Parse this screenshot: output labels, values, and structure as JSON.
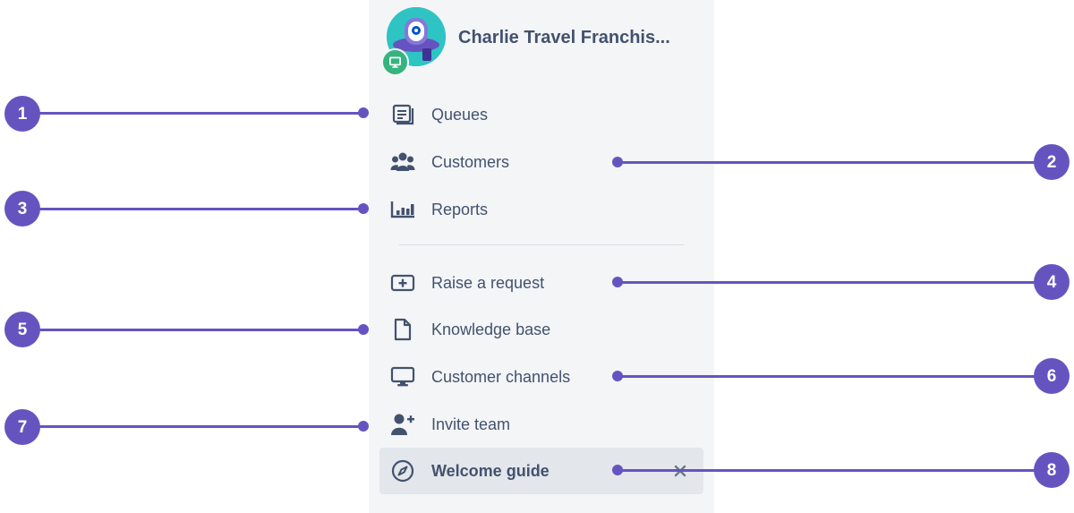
{
  "project": {
    "name": "Charlie Travel Franchis...",
    "avatar_icon": "ufo-robot-icon",
    "badge_icon": "monitor-icon"
  },
  "nav": {
    "items": [
      {
        "label": "Queues",
        "icon": "queues-icon"
      },
      {
        "label": "Customers",
        "icon": "customers-icon"
      },
      {
        "label": "Reports",
        "icon": "reports-icon"
      },
      {
        "label": "Raise a request",
        "icon": "raise-request-icon"
      },
      {
        "label": "Knowledge base",
        "icon": "document-icon"
      },
      {
        "label": "Customer channels",
        "icon": "monitor-icon"
      },
      {
        "label": "Invite team",
        "icon": "add-person-icon"
      },
      {
        "label": "Welcome guide",
        "icon": "compass-icon",
        "active": true,
        "dismiss_icon": "close-icon"
      }
    ]
  },
  "callouts": [
    "1",
    "2",
    "3",
    "4",
    "5",
    "6",
    "7",
    "8"
  ],
  "colors": {
    "sidebar_bg": "#f4f5f7",
    "active_bg": "#e3e6eb",
    "text": "#42526e",
    "callout": "#6554c0",
    "avatar": "#2ec4c4",
    "badge": "#36b37e"
  }
}
